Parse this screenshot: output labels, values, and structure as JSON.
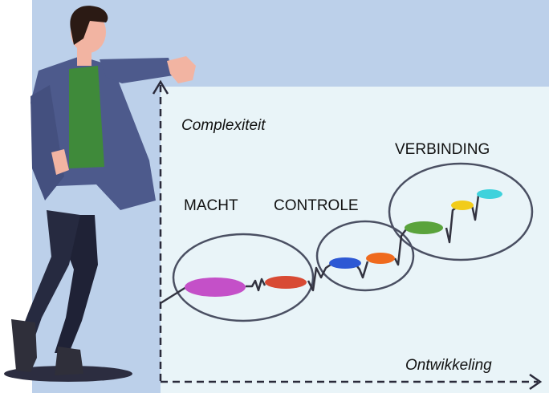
{
  "labels": {
    "y_axis": "Complexiteit",
    "x_axis": "Ontwikkeling",
    "stage_1": "MACHT",
    "stage_2": "CONTROLE",
    "stage_3": "VERBINDING"
  },
  "colors": {
    "background": "#bcd0ea",
    "panel": "#e9f4f8",
    "axis": "#2a2a3a",
    "ellipse_stroke": "#4a4f62",
    "step_purple": "#c450c8",
    "step_red": "#d84a34",
    "step_blue": "#2d58d4",
    "step_orange": "#ef6a1e",
    "step_green": "#5aa33c",
    "step_yellow": "#f2cc1a",
    "step_cyan": "#3ed2dc"
  },
  "icons": {
    "person": "standing-person-illustration"
  }
}
